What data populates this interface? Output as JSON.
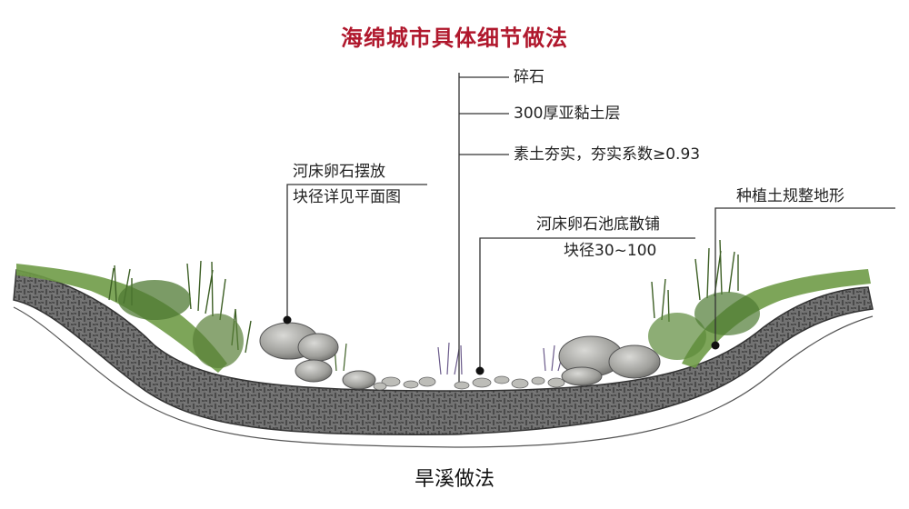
{
  "title": "海绵城市具体细节做法",
  "labels": {
    "gravel": "碎石",
    "clay_layer": "300厚亚黏土层",
    "compaction": "素土夯实，夯实系数≥0.93",
    "riverbank_stone_line1": "河床卵石摆放",
    "riverbank_stone_line2": "块径详见平面图",
    "pool_stone_line1": "河床卵石池底散铺",
    "pool_stone_line2": "块径30~100",
    "planting_soil": "种植土规整地形"
  },
  "caption": "旱溪做法",
  "colors": {
    "title": "#b0182d",
    "leader_line": "#333333",
    "soil_band": "#6b6b6b",
    "soil_hatch": "#3f3f3f",
    "ground_line": "#444444",
    "grass": "#5d8a3a",
    "stone": "#a9a9a5"
  }
}
